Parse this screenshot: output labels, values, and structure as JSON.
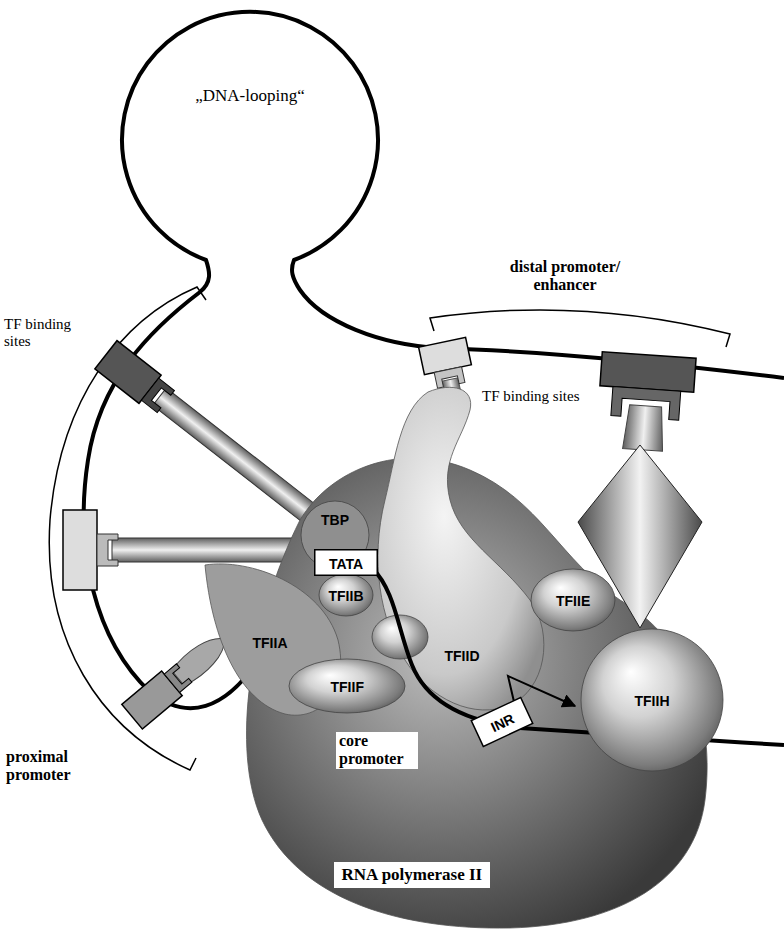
{
  "diagram": {
    "nodes": [
      {
        "text": [
          "TBP"
        ]
      },
      {
        "text": [
          "TATA"
        ]
      },
      {
        "text": [
          "TFIIB"
        ]
      },
      {
        "text": [
          "TFIIA"
        ]
      },
      {
        "text": [
          "TFIIE"
        ]
      },
      {
        "text": [
          "TFIIF"
        ]
      },
      {
        "text": [
          "TFIID"
        ]
      },
      {
        "text": [
          "TFIIH"
        ]
      },
      {
        "text": [
          "INR"
        ]
      },
      {
        "text": [
          "RNA polymerase II"
        ]
      }
    ],
    "labels": [
      "„DNA-looping“",
      "distal promoter/ enhancer",
      "TF binding sites",
      "TF binding sites",
      "core promoter",
      "proximal promoter"
    ]
  }
}
